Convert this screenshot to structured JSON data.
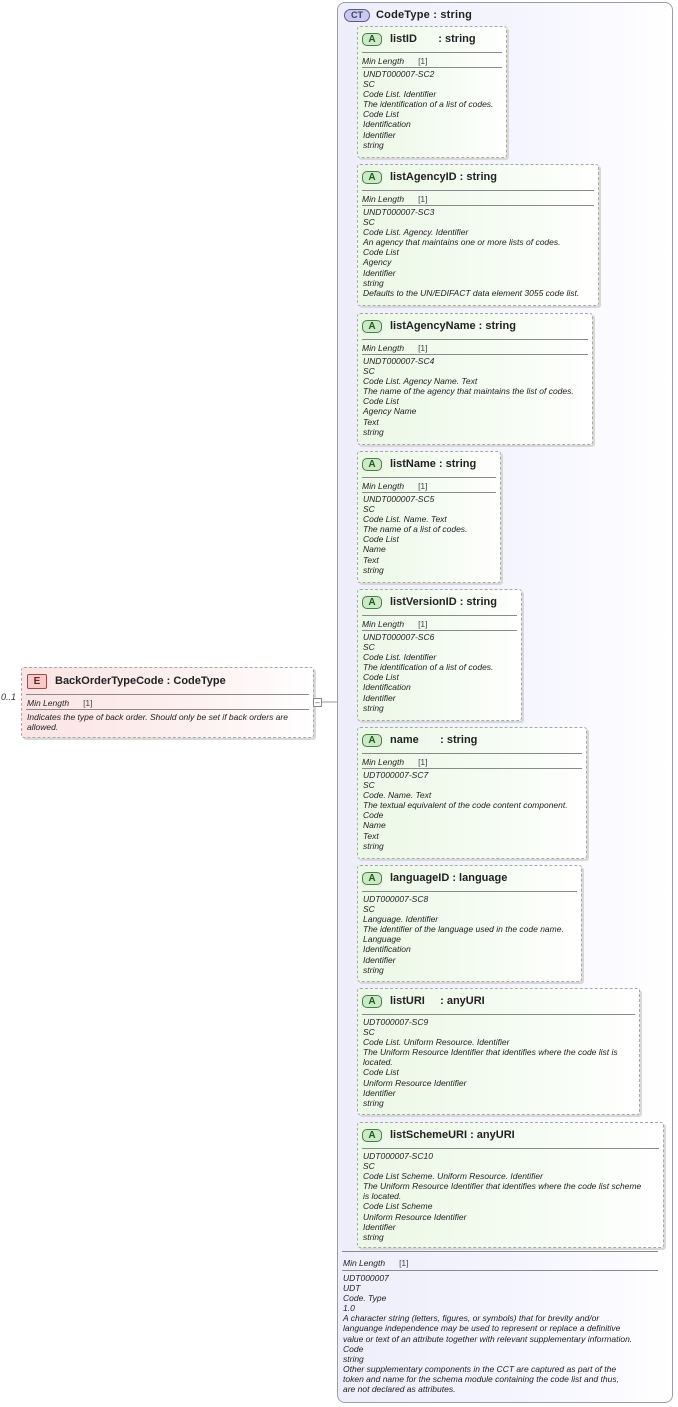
{
  "complex_type": {
    "badge": "CT",
    "title": "CodeType : string"
  },
  "element": {
    "badge": "E",
    "name": "BackOrderTypeCode : CodeType",
    "occurs": "0..1",
    "prop_label": "Min Length",
    "prop_value": "[1]",
    "doc_line1": "Indicates the type of back order.  Should only be set if back orders are",
    "doc_line2": "allowed."
  },
  "attributes": [
    {
      "badge": "A",
      "title": "listID       : string",
      "prop_label": "Min Length",
      "prop_value": "[1]",
      "lines": [
        "UNDT000007-SC2",
        "SC",
        "Code List. Identifier",
        "The identification of a list of codes.",
        "Code List",
        "Identification",
        "Identifier",
        "string"
      ]
    },
    {
      "badge": "A",
      "title": "listAgencyID : string",
      "prop_label": "Min Length",
      "prop_value": "[1]",
      "lines": [
        "UNDT000007-SC3",
        "SC",
        "Code List. Agency. Identifier",
        "An agency that maintains one or more lists of codes.",
        "Code List",
        "Agency",
        "Identifier",
        "string",
        "Defaults to the UN/EDIFACT data element 3055 code list."
      ]
    },
    {
      "badge": "A",
      "title": "listAgencyName : string",
      "prop_label": "Min Length",
      "prop_value": "[1]",
      "lines": [
        "UNDT000007-SC4",
        "SC",
        "Code List. Agency Name. Text",
        "The name of the agency that maintains the list of codes.",
        "Code List",
        "Agency Name",
        "Text",
        "string"
      ]
    },
    {
      "badge": "A",
      "title": "listName : string",
      "prop_label": "Min Length",
      "prop_value": "[1]",
      "lines": [
        "UNDT000007-SC5",
        "SC",
        "Code List. Name. Text",
        "The name of a list of codes.",
        "Code List",
        "Name",
        "Text",
        "string"
      ]
    },
    {
      "badge": "A",
      "title": "listVersionID : string",
      "prop_label": "Min Length",
      "prop_value": "[1]",
      "lines": [
        "UNDT000007-SC6",
        "SC",
        "Code List. Identifier",
        "The identification of a list of codes.",
        "Code List",
        "Identification",
        "Identifier",
        "string"
      ]
    },
    {
      "badge": "A",
      "title": "name       : string",
      "prop_label": "Min Length",
      "prop_value": "[1]",
      "lines": [
        "UDT000007-SC7",
        "SC",
        "Code. Name. Text",
        "The textual equivalent of the code content component.",
        "Code",
        "Name",
        "Text",
        "string"
      ]
    },
    {
      "badge": "A",
      "title": "languageID : language",
      "lines": [
        "UDT000007-SC8",
        "SC",
        "Language. Identifier",
        "The identifier of the language used in the code name.",
        "Language",
        "Identification",
        "Identifier",
        "string"
      ]
    },
    {
      "badge": "A",
      "title": "listURI     : anyURI",
      "lines": [
        "UDT000007-SC9",
        "SC",
        "Code List. Uniform Resource. Identifier",
        "The Uniform Resource Identifier that identifies where the code list is",
        "located.",
        "Code List",
        "Uniform Resource Identifier",
        "Identifier",
        "string"
      ]
    },
    {
      "badge": "A",
      "title": "listSchemeURI : anyURI",
      "lines": [
        "UDT000007-SC10",
        "SC",
        "Code List Scheme. Uniform Resource. Identifier",
        "The Uniform Resource Identifier that identifies where the code list scheme",
        "is located.",
        "Code List Scheme",
        "Uniform Resource Identifier",
        "Identifier",
        "string"
      ]
    }
  ],
  "footer": {
    "prop_label": "Min Length",
    "prop_value": "[1]",
    "lines": [
      "UDT000007",
      "UDT",
      "Code. Type",
      "1.0",
      "A character string (letters, figures, or symbols) that for brevity and/or",
      "languange independence may be used to represent or replace a definitive",
      "value or text of an attribute together with relevant supplementary information.",
      "Code",
      "string",
      "Other supplementary components in the CCT are captured as part of the",
      "token and name for the schema module containing the code list and thus,",
      "are not declared as attributes."
    ]
  }
}
